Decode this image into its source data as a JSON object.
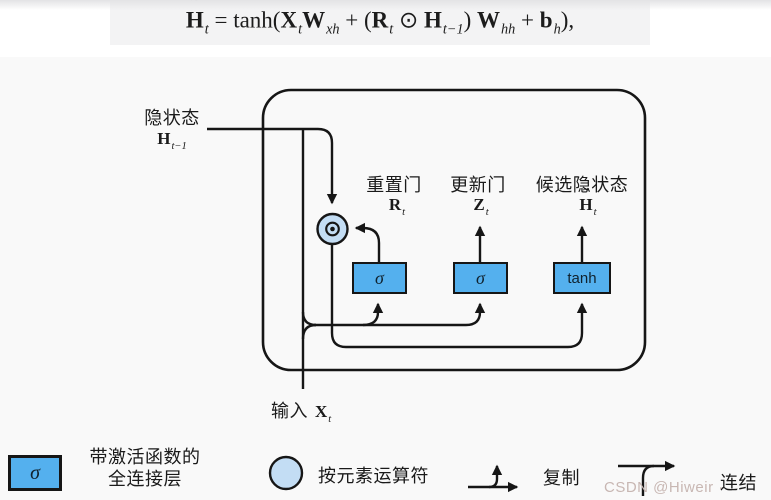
{
  "formula": {
    "segments": [
      {
        "t": "H",
        "b": true,
        "tilde": true
      },
      {
        "t": "t",
        "sub": true
      },
      {
        "t": " = tanh("
      },
      {
        "t": "X",
        "b": true
      },
      {
        "t": "t",
        "sub": true
      },
      {
        "t": "W",
        "b": true
      },
      {
        "t": "xh",
        "sub": true
      },
      {
        "t": " + ("
      },
      {
        "t": "R",
        "b": true
      },
      {
        "t": "t",
        "sub": true
      },
      {
        "t": " ⊙ "
      },
      {
        "t": "H",
        "b": true
      },
      {
        "t": "t−1",
        "sub": true
      },
      {
        "t": ") "
      },
      {
        "t": "W",
        "b": true
      },
      {
        "t": "hh",
        "sub": true
      },
      {
        "t": " + "
      },
      {
        "t": "b",
        "b": true
      },
      {
        "t": "h",
        "sub": true
      },
      {
        "t": "),"
      }
    ]
  },
  "diagram": {
    "hidden_state": {
      "label": "隐状态",
      "math": {
        "segments": [
          {
            "t": "H",
            "b": true
          },
          {
            "t": "t−1",
            "sub": true
          }
        ]
      }
    },
    "input": {
      "label": "输入",
      "math": {
        "segments": [
          {
            "t": "X",
            "b": true
          },
          {
            "t": "t",
            "sub": true
          }
        ]
      }
    },
    "gates": [
      {
        "title": "重置门",
        "math": {
          "segments": [
            {
              "t": "R",
              "b": true
            },
            {
              "t": "t",
              "sub": true
            }
          ]
        },
        "box": "σ"
      },
      {
        "title": "更新门",
        "math": {
          "segments": [
            {
              "t": "Z",
              "b": true
            },
            {
              "t": "t",
              "sub": true
            }
          ]
        },
        "box": "σ"
      },
      {
        "title": "候选隐状态",
        "math": {
          "segments": [
            {
              "t": "H",
              "b": true,
              "tilde": true
            },
            {
              "t": "t",
              "sub": true
            }
          ]
        },
        "box": "tanh"
      }
    ]
  },
  "legend": {
    "fc": {
      "symbol": "σ",
      "line1": "带激活函数的",
      "line2": "全连接层"
    },
    "elementwise": {
      "label": "按元素运算符"
    },
    "copy": {
      "label": "复制"
    },
    "concat": {
      "label": "连结"
    }
  },
  "watermark": "CSDN @Hiweir ·",
  "colors": {
    "gate_box_blue": "#54b0ee",
    "operator_circle_blue": "#c3ddf4",
    "line_black": "#161616",
    "watermark_pink_gray": "#c8b7b3",
    "formula_strip_gray": "#f3f3f4",
    "canvas_gray": "#f9f9f9"
  }
}
